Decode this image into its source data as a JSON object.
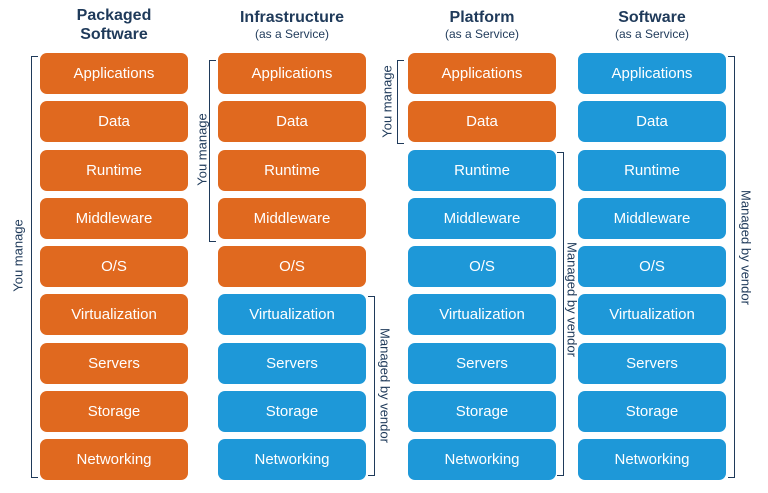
{
  "columns": [
    {
      "title": "Packaged",
      "title2": "Software",
      "subtitle": ""
    },
    {
      "title": "Infrastructure",
      "title2": "",
      "subtitle": "(as a Service)"
    },
    {
      "title": "Platform",
      "title2": "",
      "subtitle": "(as a Service)"
    },
    {
      "title": "Software",
      "title2": "",
      "subtitle": "(as a Service)"
    }
  ],
  "layers": [
    "Applications",
    "Data",
    "Runtime",
    "Middleware",
    "O/S",
    "Virtualization",
    "Servers",
    "Storage",
    "Networking"
  ],
  "managed_by": {
    "packaged": [
      "you",
      "you",
      "you",
      "you",
      "you",
      "you",
      "you",
      "you",
      "you"
    ],
    "iaas": [
      "you",
      "you",
      "you",
      "you",
      "you",
      "vendor",
      "vendor",
      "vendor",
      "vendor"
    ],
    "paas": [
      "you",
      "you",
      "vendor",
      "vendor",
      "vendor",
      "vendor",
      "vendor",
      "vendor",
      "vendor"
    ],
    "saas": [
      "vendor",
      "vendor",
      "vendor",
      "vendor",
      "vendor",
      "vendor",
      "vendor",
      "vendor",
      "vendor"
    ]
  },
  "labels": {
    "you_manage": "You manage",
    "managed_by_vendor": "Managed by vendor"
  },
  "colors": {
    "you": "#e0691f",
    "vendor": "#1e98d8",
    "text": "#1f3a5a"
  }
}
